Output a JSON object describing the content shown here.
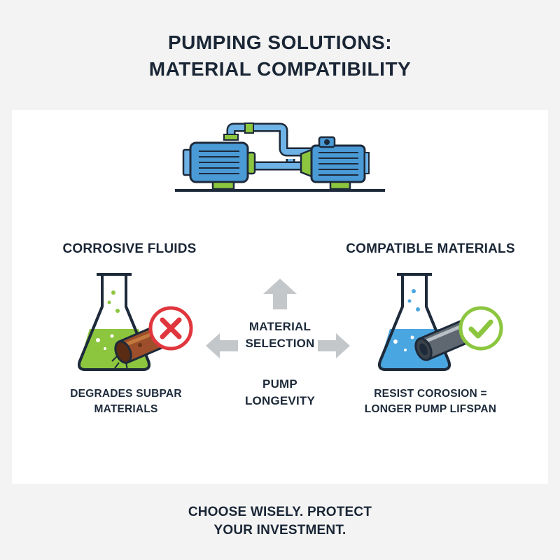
{
  "title": {
    "line1": "PUMPING SOLUTIONS:",
    "line2": "MATERIAL COMPATIBILITY"
  },
  "left": {
    "heading": "CORROSIVE FLUIDS",
    "caption_line1": "DEGRADES SUBPAR",
    "caption_line2": "MATERIALS"
  },
  "right": {
    "heading": "COMPATIBLE MATERIALS",
    "caption_line1": "RESIST COROSION =",
    "caption_line2": "LONGER PUMP LIFSPAN"
  },
  "center": {
    "label1_line1": "MATERIAL",
    "label1_line2": "SELECTION",
    "label2_line1": "PUMP",
    "label2_line2": "LONGEVITY"
  },
  "footer": {
    "line1": "CHOOSE WISELY. PROTECT",
    "line2": "YOUR INVESTMENT."
  },
  "colors": {
    "pump_blue": "#4a9ad6",
    "pump_green": "#8cc63f",
    "dark": "#1d2a3a",
    "acid_green": "#8cc63f",
    "water_blue": "#4aa6e0",
    "bad_red": "#e0363d",
    "good_green": "#8cc63f",
    "arrow_gray": "#c4c7c9"
  },
  "icons": [
    "pump-system-icon",
    "corrosive-flask-icon",
    "rusted-pipe-icon",
    "cross-icon",
    "compatible-flask-icon",
    "steel-pipe-icon",
    "check-icon",
    "arrow-up-icon",
    "arrow-left-icon",
    "arrow-right-icon"
  ]
}
